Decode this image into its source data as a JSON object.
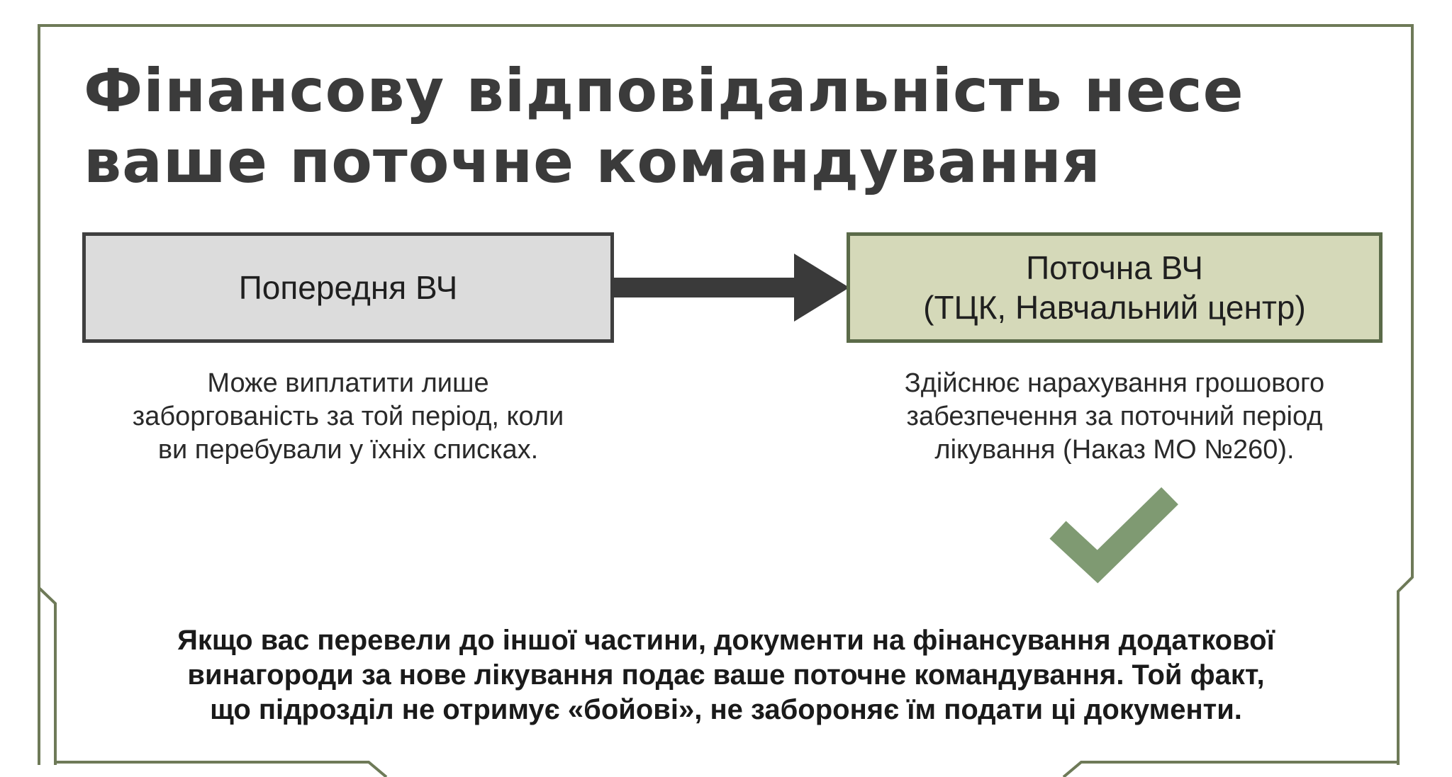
{
  "title": {
    "line1": "Фінансову відповідальність несе",
    "line2": "ваше поточне командування"
  },
  "previous_unit": {
    "label": "Попередня ВЧ",
    "description": [
      "Може виплатити лише",
      "заборгованість за той період, коли",
      "ви перебували у їхніх списках."
    ]
  },
  "current_unit": {
    "label_line1": "Поточна ВЧ",
    "label_line2": "(ТЦК, Навчальний центр)",
    "description": [
      "Здійснює нарахування грошового",
      "забезпечення за поточний період",
      "лікування (Наказ МО №260)."
    ]
  },
  "note": [
    "Якщо вас перевели до іншої частини, документи на фінансування додаткової",
    "винагороди за нове лікування подає ваше поточне командування. Той факт,",
    "що підрозділ не отримує «бойові», не забороняє їм подати ці документи."
  ],
  "icons": {
    "arrow": "arrow-right-icon",
    "check": "checkmark-icon"
  },
  "colors": {
    "title": "#3b3b3b",
    "frame": "#6e7a58",
    "previous_box_fill": "#dcdcdc",
    "previous_box_border": "#3f3f3f",
    "current_box_fill": "#d5d9b9",
    "current_box_border": "#5b6b49",
    "arrow": "#3a3a3a",
    "checkmark": "#7f9a72"
  }
}
